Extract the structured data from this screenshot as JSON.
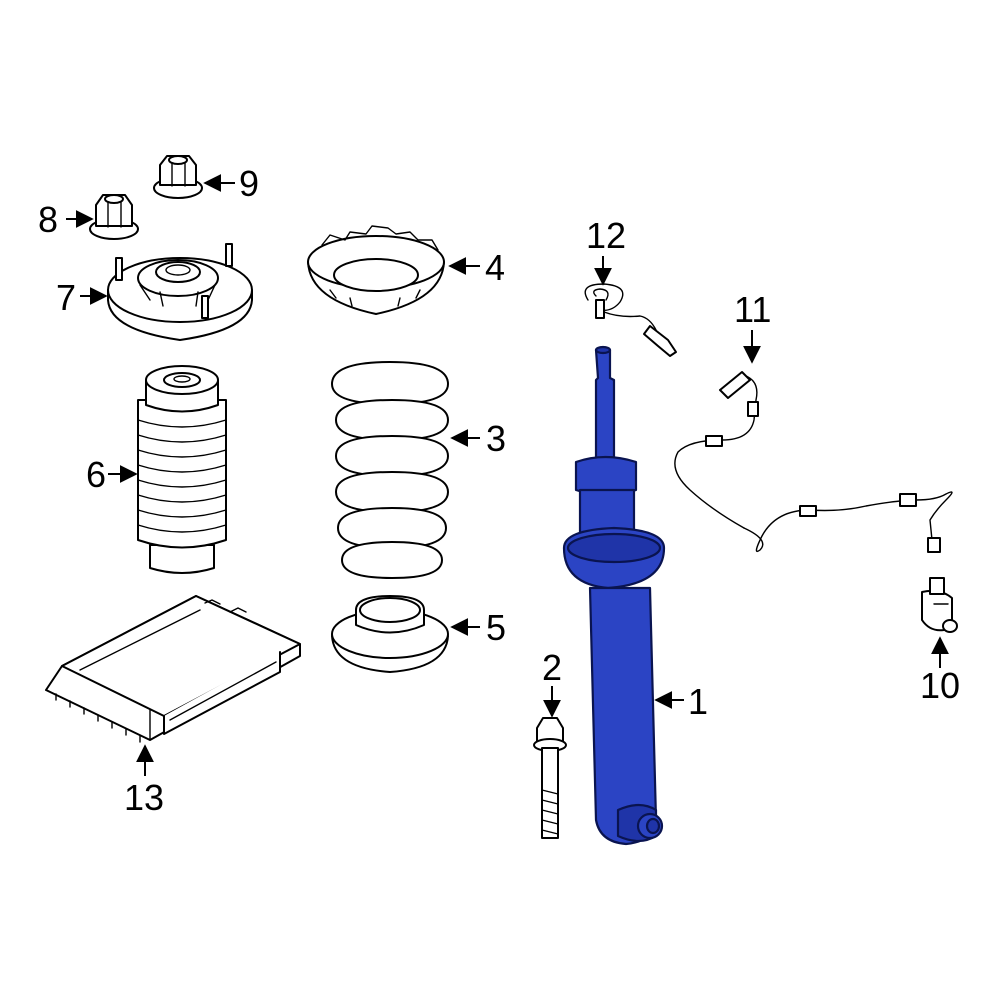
{
  "diagram": {
    "callouts": [
      {
        "id": "1",
        "text": "1"
      },
      {
        "id": "2",
        "text": "2"
      },
      {
        "id": "3",
        "text": "3"
      },
      {
        "id": "4",
        "text": "4"
      },
      {
        "id": "5",
        "text": "5"
      },
      {
        "id": "6",
        "text": "6"
      },
      {
        "id": "7",
        "text": "7"
      },
      {
        "id": "8",
        "text": "8"
      },
      {
        "id": "9",
        "text": "9"
      },
      {
        "id": "10",
        "text": "10"
      },
      {
        "id": "11",
        "text": "11"
      },
      {
        "id": "12",
        "text": "12"
      },
      {
        "id": "13",
        "text": "13"
      }
    ],
    "highlight_color": "#2b44c4",
    "line_color": "#000000"
  }
}
